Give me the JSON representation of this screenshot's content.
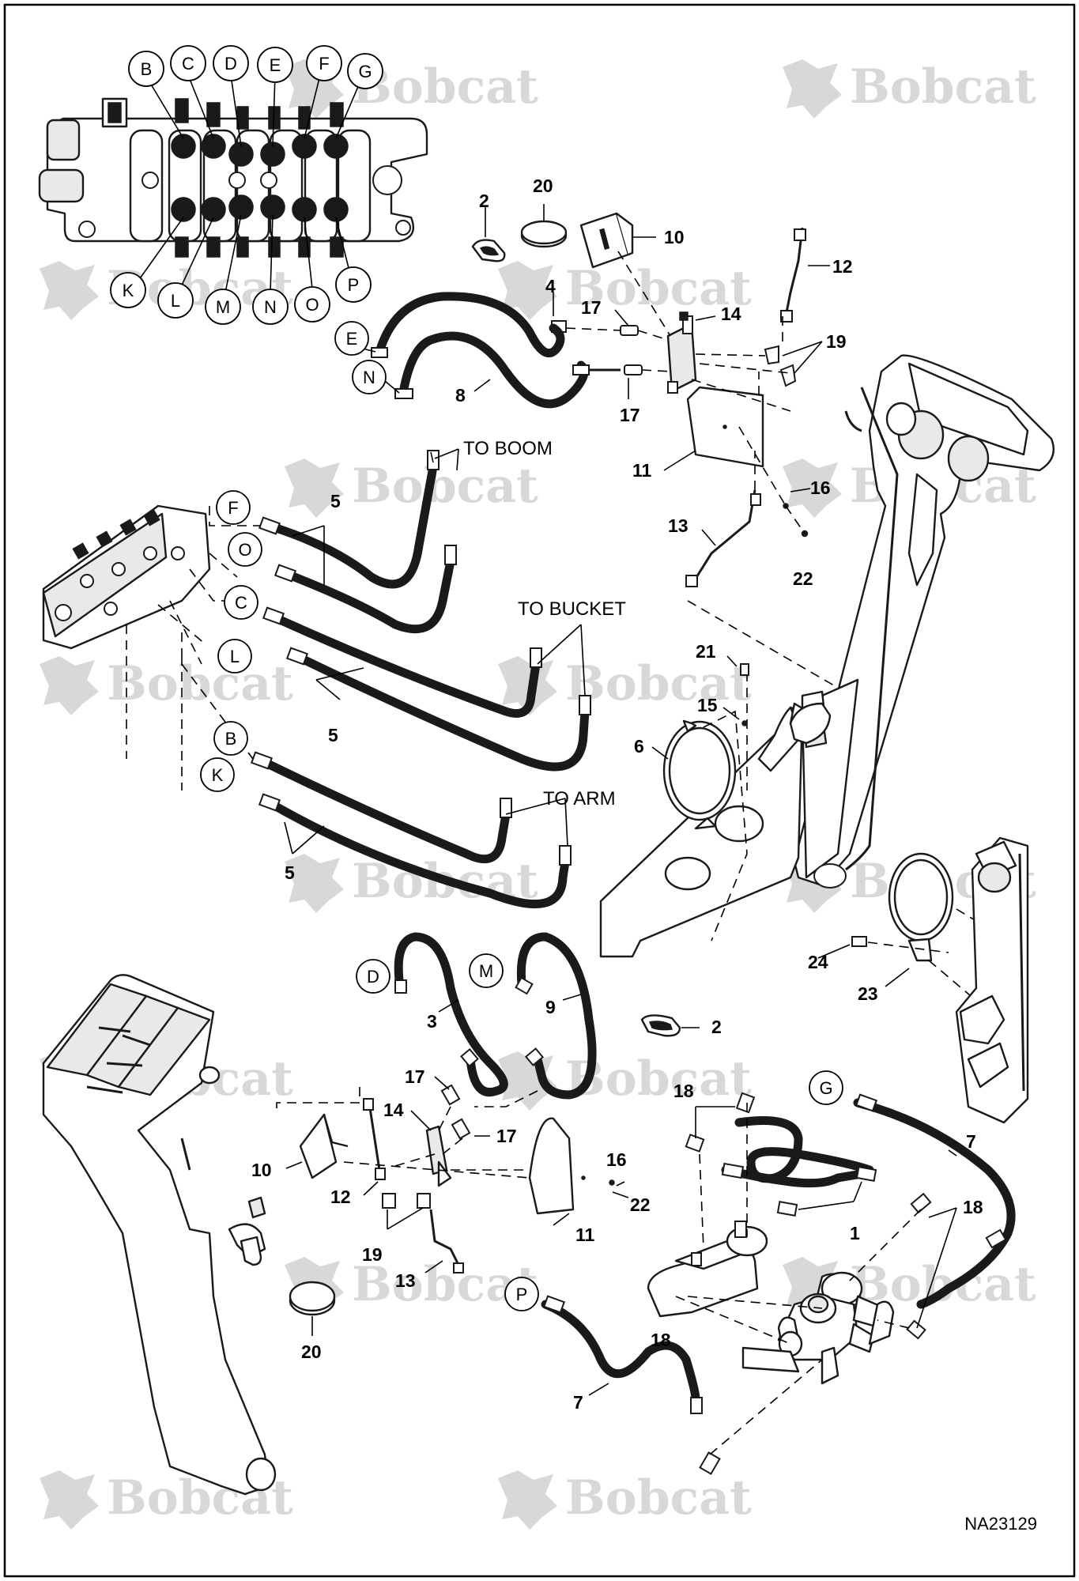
{
  "watermark": {
    "brand": "Bobcat"
  },
  "figure_number": "NA23129",
  "destinations": {
    "boom": "TO BOOM",
    "bucket": "TO BUCKET",
    "arm": "TO ARM"
  },
  "port_letters": {
    "top_valve": [
      "B",
      "C",
      "D",
      "E",
      "F",
      "G",
      "K",
      "L",
      "M",
      "N",
      "O",
      "P"
    ],
    "hose_8_ends": [
      "E",
      "N"
    ],
    "hose_5_ends": [
      "F",
      "O",
      "C",
      "L",
      "B",
      "K"
    ],
    "hose_3_9_ends": [
      "D",
      "M"
    ],
    "hose_7_ends": [
      "G",
      "P"
    ]
  },
  "callouts": [
    "1",
    "2",
    "2",
    "3",
    "4",
    "5",
    "5",
    "5",
    "6",
    "7",
    "7",
    "8",
    "9",
    "10",
    "10",
    "11",
    "11",
    "12",
    "12",
    "13",
    "13",
    "14",
    "14",
    "15",
    "16",
    "16",
    "17",
    "17",
    "17",
    "17",
    "18",
    "18",
    "18",
    "19",
    "19",
    "20",
    "20",
    "21",
    "22",
    "22",
    "23",
    "24"
  ],
  "colors": {
    "line": "#1a1a1a",
    "watermark": "#d8d8d8",
    "background": "#ffffff"
  },
  "icons": [
    "bobcat-logo-icon"
  ]
}
